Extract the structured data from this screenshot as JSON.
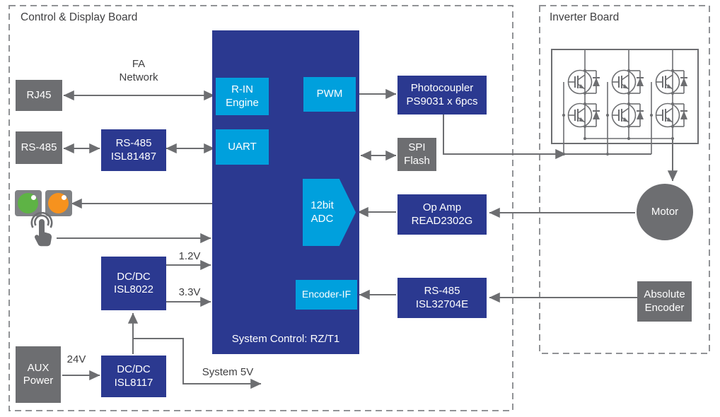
{
  "boards": {
    "control": "Control & Display Board",
    "inverter": "Inverter Board"
  },
  "blocks": {
    "rj45": "RJ45",
    "rs485_port": "RS-485",
    "rs485_transceiver": "RS-485\nISL81487",
    "dcdc_isl8022": "DC/DC\nISL8022",
    "dcdc_isl8117": "DC/DC\nISL8117",
    "aux_power": "AUX\nPower",
    "photocoupler": "Photocoupler\nPS9031 x 6pcs",
    "spi_flash": "SPI\nFlash",
    "op_amp": "Op Amp\nREAD2302G",
    "rs485_encoder_transceiver": "RS-485\nISL32704E",
    "motor": "Motor",
    "absolute_encoder": "Absolute\nEncoder"
  },
  "soc": {
    "label": "System Control: RZ/T1",
    "r_in_engine": "R-IN\nEngine",
    "uart": "UART",
    "pwm": "PWM",
    "adc": "12bit\nADC",
    "encoder_if": "Encoder-IF"
  },
  "signals": {
    "fa_network": "FA\nNetwork",
    "v1_2": "1.2V",
    "v3_3": "3.3V",
    "v24": "24V",
    "system_5v": "System 5V"
  },
  "icons": {
    "led_green": "green-led-icon",
    "led_orange": "orange-led-icon",
    "touch": "touch-input-icon",
    "igbt_bridge": "igbt-bridge-schematic"
  },
  "colors": {
    "board_border": "#919396",
    "block_gray": "#6d6e71",
    "block_blue": "#2b3990",
    "block_cyan": "#00a0dd",
    "line": "#6d6e71",
    "led_green": "#5eb345",
    "led_orange": "#f6921e",
    "label_text": "#404042"
  }
}
